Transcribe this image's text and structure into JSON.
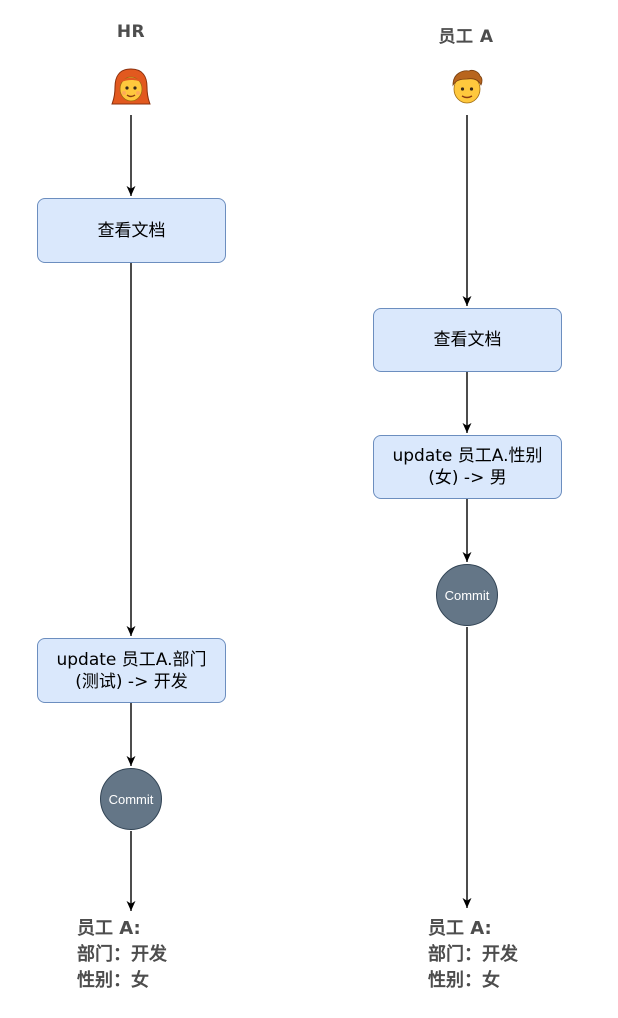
{
  "lanes": [
    {
      "title": "HR",
      "avatar_icon": "woman-red-hair-icon",
      "step1": "查看文档",
      "step2_line1": "update 员工A.部门",
      "step2_line2": "(测试)  -> 开发",
      "commit": "Commit",
      "result": [
        "员工 A:",
        "部门：开发",
        "性别：女"
      ]
    },
    {
      "title": "员工 A",
      "avatar_icon": "man-face-icon",
      "step1": "查看文档",
      "step2_line1": "update 员工A.性别",
      "step2_line2": "(女) -> 男",
      "commit": "Commit",
      "result": [
        "员工 A:",
        "部门：开发",
        "性别：女"
      ]
    }
  ],
  "colors": {
    "box_fill": "#dae8fc",
    "box_stroke": "#6c8ebf",
    "commit_fill": "#647687",
    "commit_stroke": "#314354",
    "title_text": "#4d4d4d"
  }
}
